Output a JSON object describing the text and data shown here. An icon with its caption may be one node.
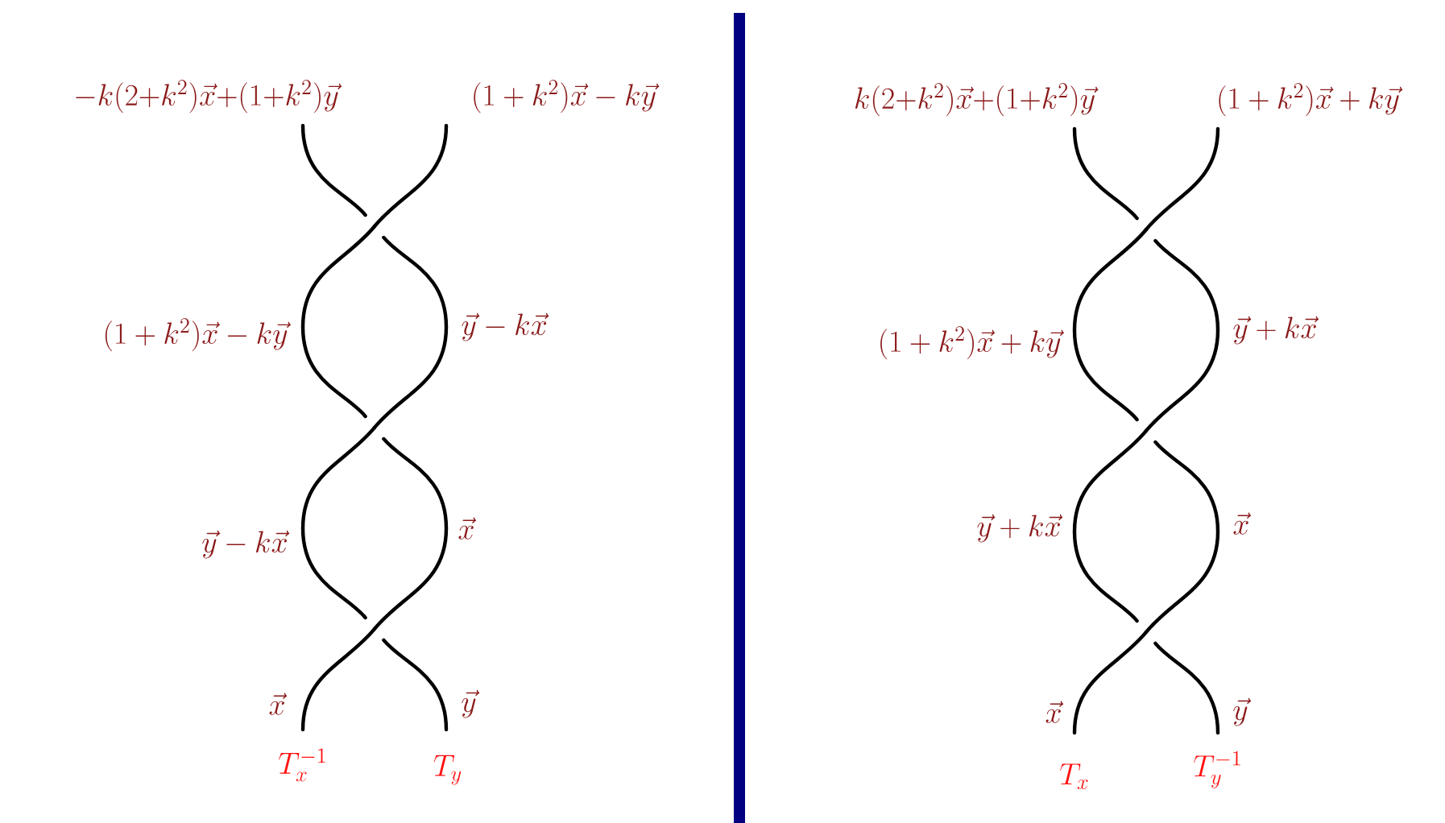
{
  "diagram": {
    "labels": [
      "-k(2{+}k^2)\\vec{x}{+}(1{+}k^2)\\vec{y}",
      "(1+k^2)\\vec{x}-k\\vec{y}",
      "(1+k^2)\\vec{x}-k\\vec{y}",
      "\\vec{y}-k\\vec{x}",
      "\\vec{y}-k\\vec{x}",
      "\\vec{x}",
      "\\vec{x}",
      "\\vec{y}",
      "T_x^{-1}",
      "T_y",
      "k(2{+}k^2)\\vec{x}{+}(1{+}k^2)\\vec{y}",
      "(1+k^2)\\vec{x}+k\\vec{y}",
      "(1+k^2)\\vec{x}+k\\vec{y}",
      "\\vec{y}+k\\vec{x}",
      "\\vec{y}+k\\vec{x}",
      "\\vec{x}",
      "\\vec{x}",
      "\\vec{y}",
      "T_x",
      "T_y^{-1}"
    ]
  }
}
